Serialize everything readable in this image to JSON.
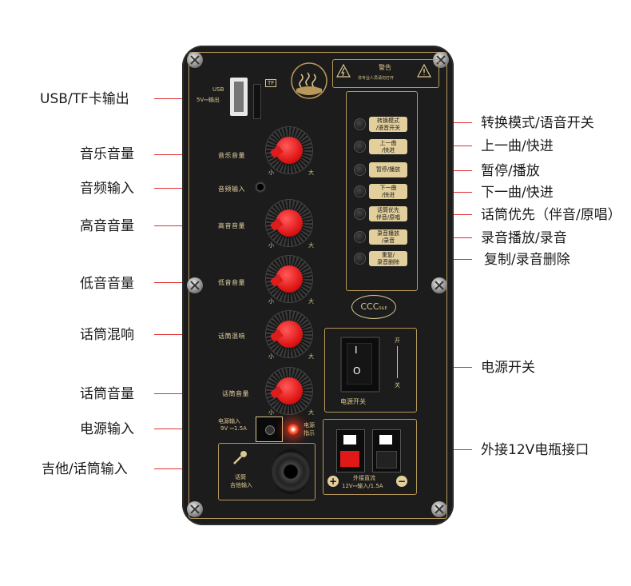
{
  "callouts_left": [
    "USB/TF卡输出",
    "音乐音量",
    "音频输入",
    "高音音量",
    "低音音量",
    "话筒混响",
    "话筒音量",
    "电源输入",
    "吉他/话筒输入"
  ],
  "callouts_right": [
    "转换模式/语音开关",
    "上一曲/快进",
    "暂停/播放",
    "下一曲/快进",
    "话筒优先（伴音/原唱）",
    "录音播放/录音",
    "复制/录音删除",
    "电源开关",
    "外接12V电瓶接口"
  ],
  "panel": {
    "warning_title": "警告",
    "warning_text": "非专业人员请勿打开",
    "usb_label": "USB",
    "usb_spec": "5V⎓输出",
    "tf_label": "TF",
    "knob_labels": [
      "音乐音量",
      "音频输入",
      "高音音量",
      "低音音量",
      "话筒混响",
      "话筒音量"
    ],
    "min_label": "小",
    "max_label": "大",
    "buttons": [
      {
        "line1": "转换模式",
        "line2": "/语音开关"
      },
      {
        "line1": "上一曲",
        "line2": "/快进"
      },
      {
        "line1": "暂停/播放",
        "line2": ""
      },
      {
        "line1": "下一曲",
        "line2": "/快进"
      },
      {
        "line1": "话筒优先",
        "line2": "伴音/原唱"
      },
      {
        "line1": "录音播放",
        "line2": "/录音"
      },
      {
        "line1": "重复/",
        "line2": "录音删除"
      }
    ],
    "ccc_label": "CCC",
    "ccc_sub": "S&E",
    "switch_on": "开",
    "switch_off": "关",
    "switch_label": "电源开关",
    "switch_mark_on": "I",
    "switch_mark_off": "O",
    "power_in_label": "电源输入",
    "power_in_spec": "9V ⎓1.5A",
    "indicator_label1": "电源",
    "indicator_label2": "指示",
    "mic_label1": "话筒",
    "mic_label2": "吉他输入",
    "dc_label1": "外接直流",
    "dc_label2": "12V⎓输入/1.5A",
    "plus": "+",
    "minus": "−"
  },
  "colors": {
    "callout_line": "#e03030",
    "panel_bg": "#1c1c1c",
    "gold": "#b8995a",
    "knob_red": "#e01818"
  }
}
